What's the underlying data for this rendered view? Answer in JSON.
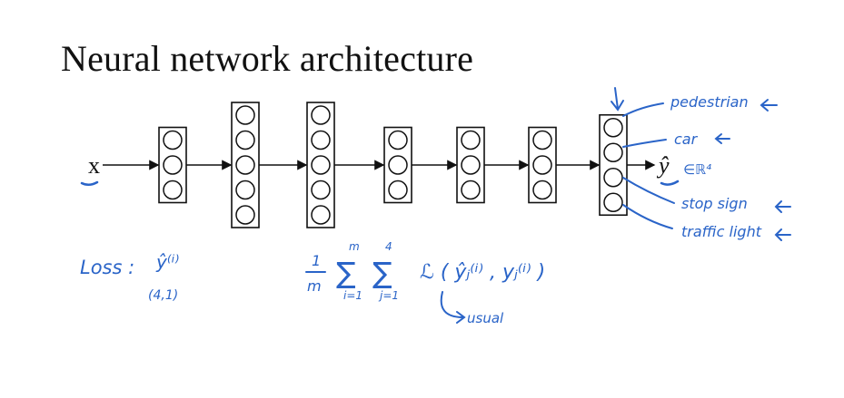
{
  "title": "Neural network architecture",
  "network": {
    "input_label": "x",
    "output_label": "ŷ",
    "layer_sizes": [
      3,
      5,
      5,
      3,
      3,
      3,
      4
    ]
  },
  "annotations": {
    "output_space": "∈ℝ⁴",
    "classes": [
      "pedestrian",
      "car",
      "stop sign",
      "traffic light"
    ],
    "loss_label": "Loss :",
    "loss_yhat": "ŷ⁽ⁱ⁾",
    "loss_shape": "(4,1)",
    "sum_outer_top": "m",
    "sum_outer_bottom": "i=1",
    "sum_inner_top": "4",
    "sum_inner_bottom": "j=1",
    "frac_num": "1",
    "frac_den": "m",
    "loss_term": "ℒ ( ŷⱼ⁽ⁱ⁾ , yⱼ⁽ⁱ⁾ )",
    "usual_note": "usual"
  },
  "colors": {
    "ink": "#111111",
    "pen": "#2a64c8"
  }
}
